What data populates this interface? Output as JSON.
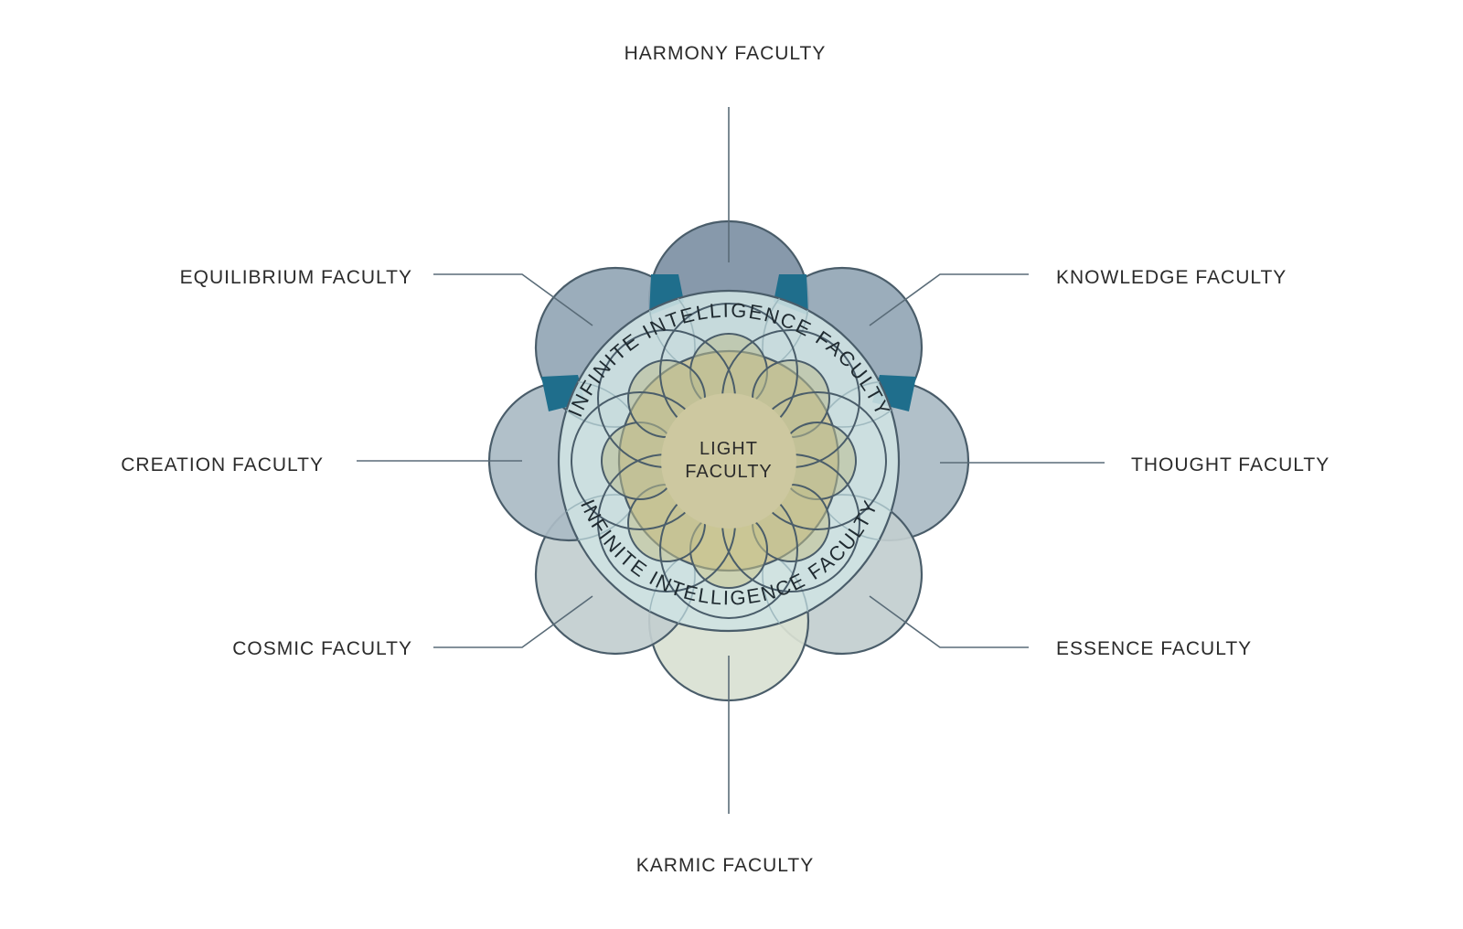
{
  "diagram": {
    "outer_faculties": [
      {
        "id": "harmony",
        "label": "HARMONY FACULTY",
        "color": "#7d90a4"
      },
      {
        "id": "knowledge",
        "label": "KNOWLEDGE FACULTY",
        "color": "#93a6b5"
      },
      {
        "id": "thought",
        "label": "THOUGHT FACULTY",
        "color": "#aabbc4"
      },
      {
        "id": "essence",
        "label": "ESSENCE FACULTY",
        "color": "#c2cecf"
      },
      {
        "id": "karmic",
        "label": "KARMIC FACULTY",
        "color": "#d9e1d2"
      },
      {
        "id": "cosmic",
        "label": "COSMIC FACULTY",
        "color": "#c2cecf"
      },
      {
        "id": "creation",
        "label": "CREATION FACULTY",
        "color": "#aabbc4"
      },
      {
        "id": "equilibrium",
        "label": "EQUILIBRIUM FACULTY",
        "color": "#93a6b5"
      }
    ],
    "ring": {
      "top_label": "INFINITE INTELLIGENCE FACULTY",
      "bottom_label": "INFINITE INTELLIGENCE FACULTY",
      "color": "#cfe3e3"
    },
    "center": {
      "line1": "LIGHT",
      "line2": "FACULTY",
      "color": "#cdc8a0"
    },
    "colors": {
      "outline": "#4a5d6a",
      "connector": "#5a6c78",
      "overlap_blue": "#1f6e8c"
    }
  }
}
